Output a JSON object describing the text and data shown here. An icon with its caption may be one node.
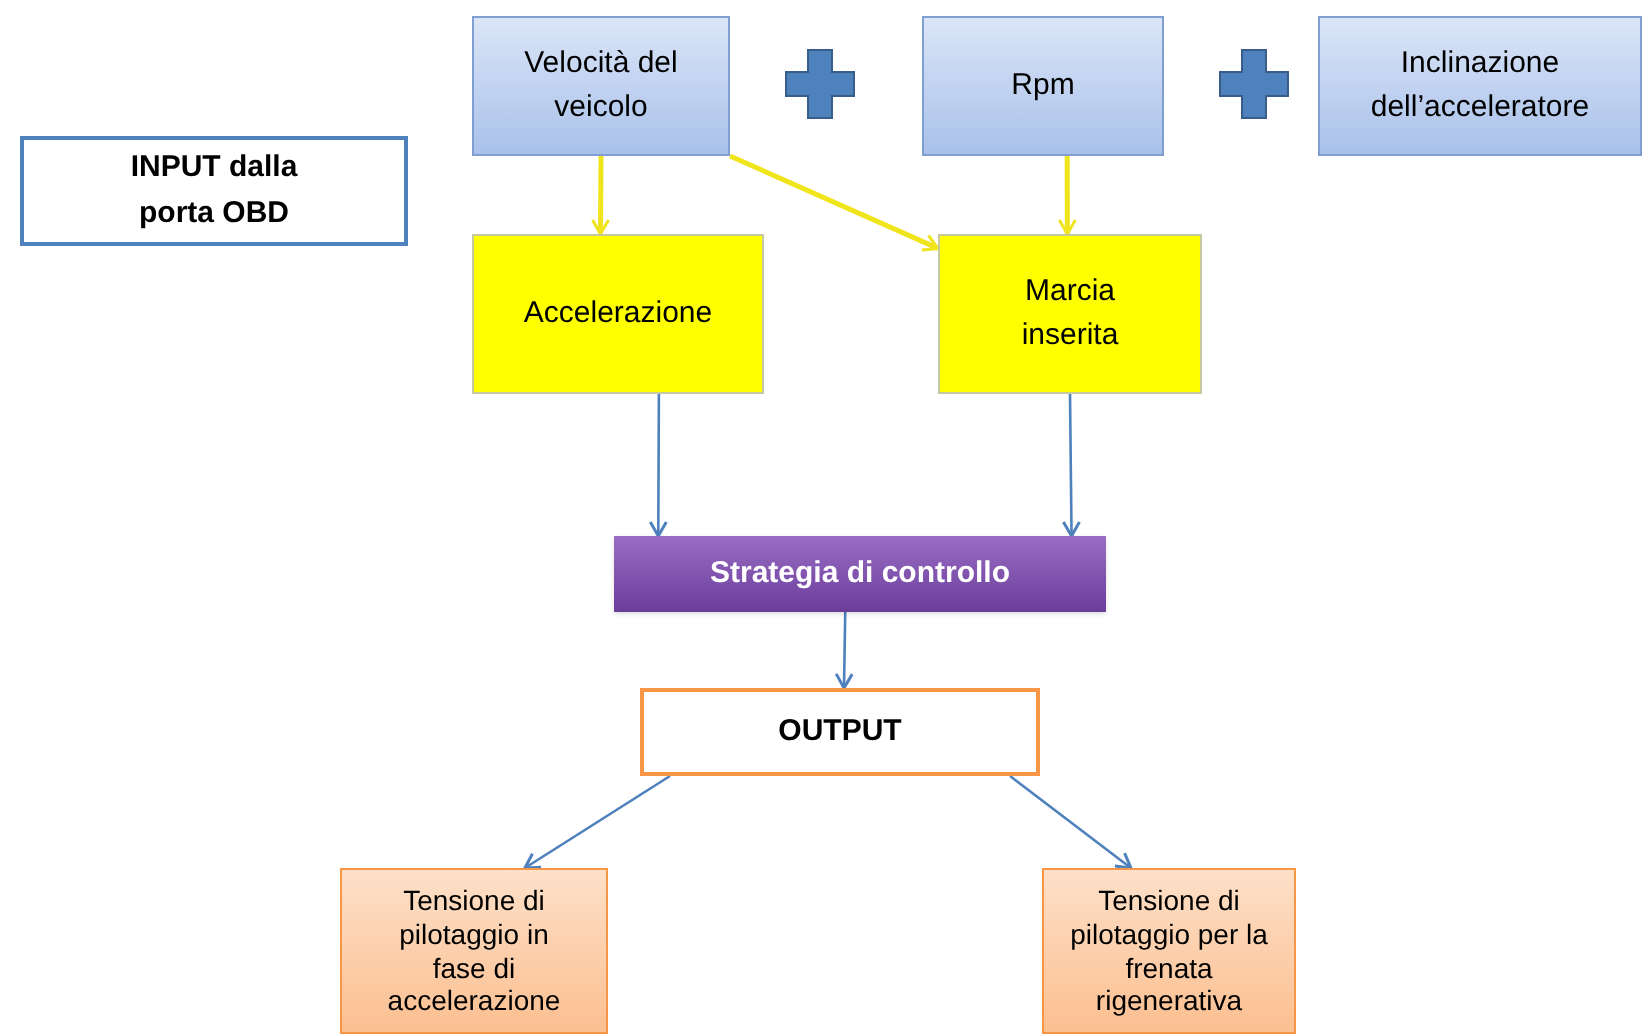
{
  "diagram": {
    "nodes": [
      {
        "text": [
          "INPUT dalla porta OBD"
        ]
      },
      {
        "text": [
          "Velocità del veicolo"
        ]
      },
      {
        "text": [
          "Rpm"
        ]
      },
      {
        "text": [
          "Inclinazione dell’acceleratore"
        ]
      },
      {
        "text": [
          "Accelerazione"
        ]
      },
      {
        "text": [
          "Marcia inserita"
        ]
      },
      {
        "text": [
          "Strategia di controllo"
        ]
      },
      {
        "text": [
          "OUTPUT"
        ]
      },
      {
        "text": [
          "Tensione di pilotaggio in fase di accelerazione"
        ]
      },
      {
        "text": [
          "Tensione di pilotaggio per la frenata rigenerativa"
        ]
      }
    ],
    "edges": [
      {
        "from": 1,
        "to": 4,
        "arrow": "to",
        "color": "#f0e41c"
      },
      {
        "from": 1,
        "to": 5,
        "arrow": "to",
        "color": "#f0e41c"
      },
      {
        "from": 2,
        "to": 5,
        "arrow": "to",
        "color": "#f0e41c"
      },
      {
        "from": 4,
        "to": 6,
        "arrow": "to"
      },
      {
        "from": 5,
        "to": 6,
        "arrow": "to"
      },
      {
        "from": 6,
        "to": 7,
        "arrow": "to"
      },
      {
        "from": 7,
        "to": 8,
        "arrow": "to"
      },
      {
        "from": 7,
        "to": 9,
        "arrow": "to"
      }
    ]
  }
}
